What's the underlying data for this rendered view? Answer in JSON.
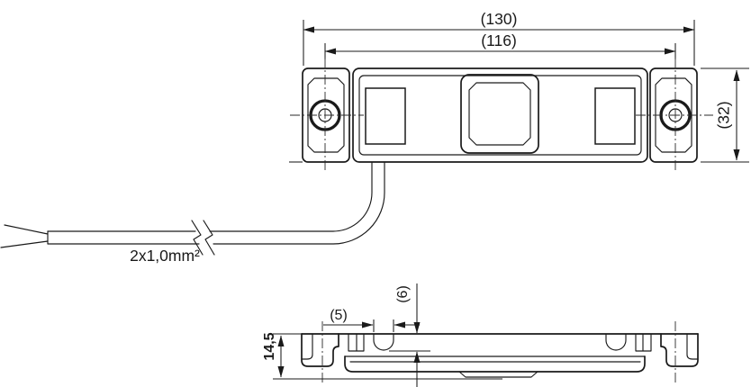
{
  "colors": {
    "line": "#1a1a1a",
    "background": "#ffffff"
  },
  "top_view": {
    "dim_overall_width": "(130)",
    "dim_hole_spacing": "(116)",
    "dim_height": "(32)",
    "cable_label": "2x1,0mm²"
  },
  "side_view": {
    "dim_slot_width": "(5)",
    "dim_step_height": "(6)",
    "dim_total_height": "14,5"
  }
}
